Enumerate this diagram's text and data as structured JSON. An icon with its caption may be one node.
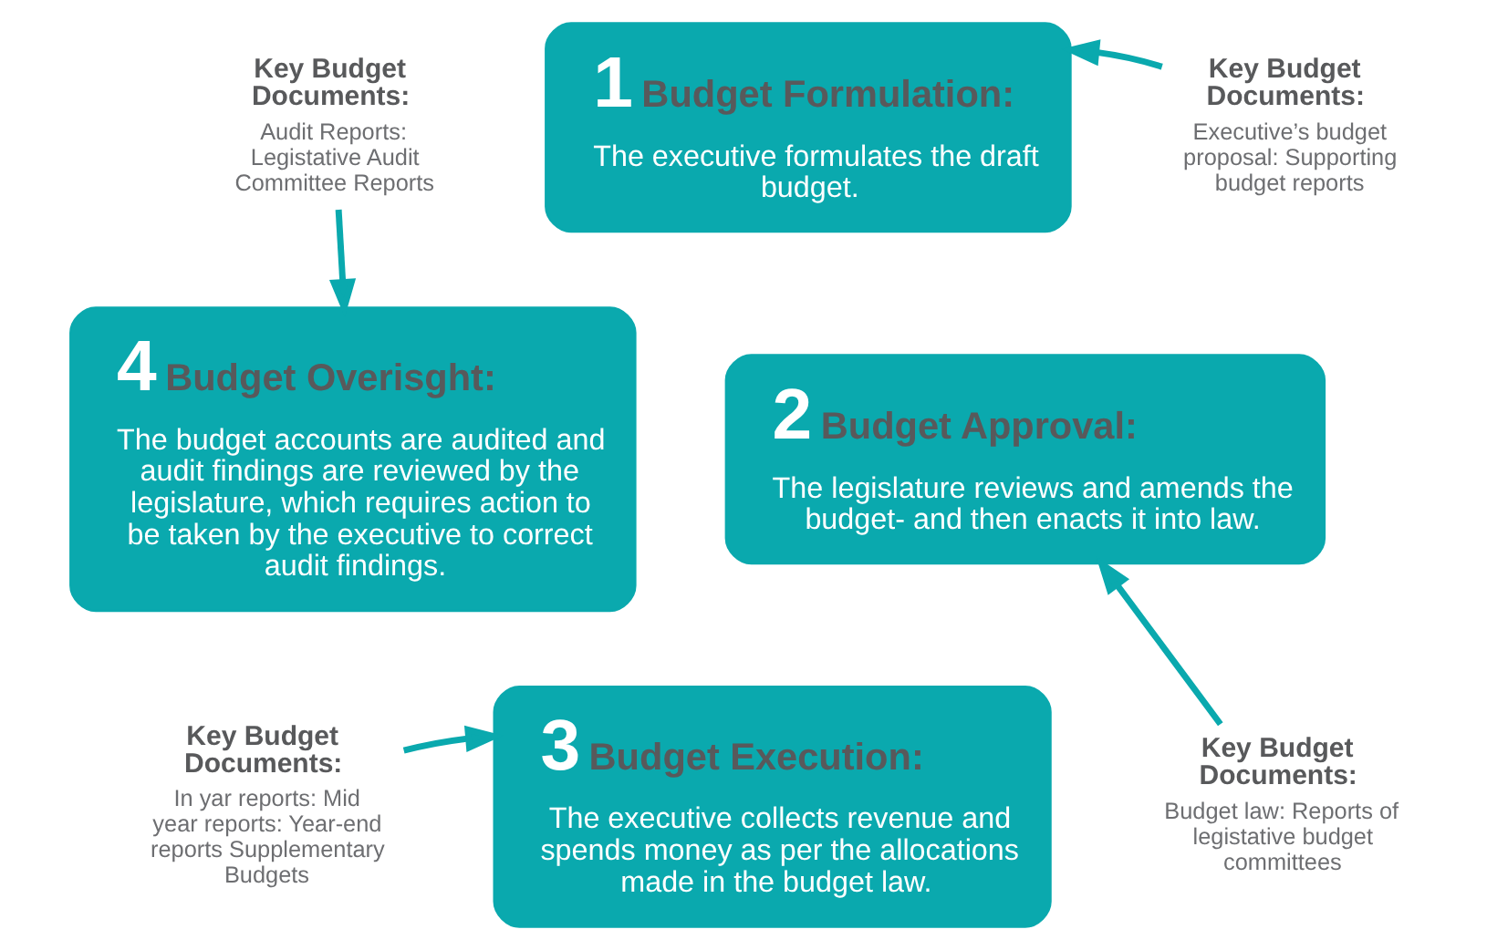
{
  "diagram": {
    "nodes": [
      {
        "text": [
          "Key Budget Documents:",
          "Audit Reports: Legistative Audit Committee Reports"
        ]
      },
      {
        "text": [
          "1",
          "Budget Formulation:",
          "The executive formulates the draft budget."
        ]
      },
      {
        "text": [
          "Key Budget Documents:",
          "Executive’s budget proposal: Supporting budget reports"
        ]
      },
      {
        "text": [
          "4",
          "Budget Overisght:",
          "The budget accounts are audited and audit findings are reviewed by the legislature, which requires action to be taken by the executive to correct audit findings."
        ]
      },
      {
        "text": [
          "2",
          "Budget Approval:",
          "The legislature reviews and amends the budget- and then enacts it into law."
        ]
      },
      {
        "text": [
          "Key Budget Documents:",
          "In yar reports: Mid year reports: Year-end reports Supplementary Budgets"
        ]
      },
      {
        "text": [
          "3",
          "Budget Execution:",
          "The executive collects revenue and spends money as per the allocations made in the budget law."
        ]
      },
      {
        "text": [
          "Key Budget Documents:",
          "Budget law: Reports of legistative budget committees"
        ]
      }
    ],
    "edges": [
      {
        "from": 0,
        "to": 3,
        "arrow": "to"
      },
      {
        "from": 2,
        "to": 1,
        "arrow": "to"
      },
      {
        "from": 7,
        "to": 4,
        "arrow": "to"
      },
      {
        "from": 5,
        "to": 6,
        "arrow": "to"
      }
    ]
  }
}
